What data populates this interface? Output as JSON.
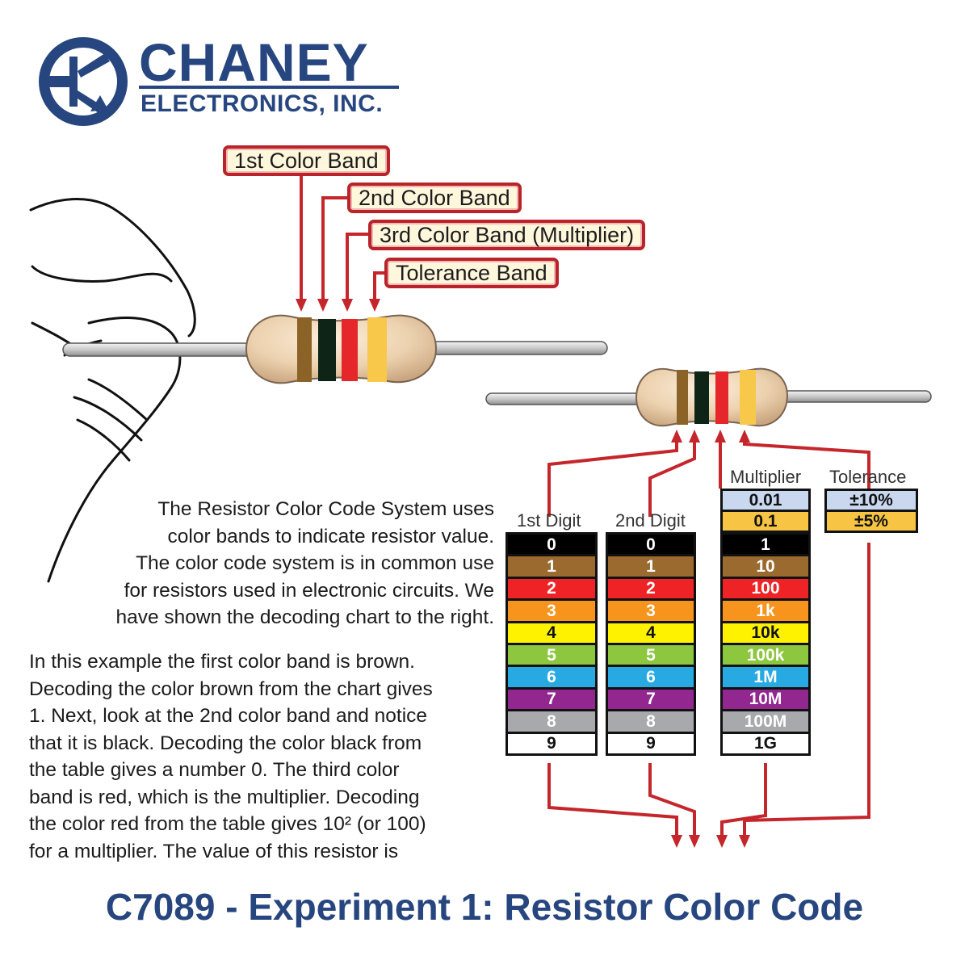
{
  "brand": {
    "name": "CHANEY",
    "subtitle": "ELECTRONICS, INC."
  },
  "callouts": [
    "1st Color Band",
    "2nd Color Band",
    "3rd Color Band (Multiplier)",
    "Tolerance Band"
  ],
  "columns": {
    "first_digit": "1st Digit",
    "second_digit": "2nd Digit",
    "multiplier": "Multiplier",
    "tolerance": "Tolerance"
  },
  "digits": [
    {
      "label": "0",
      "color": "#000000"
    },
    {
      "label": "1",
      "color": "#9b6a2f"
    },
    {
      "label": "2",
      "color": "#ee2325"
    },
    {
      "label": "3",
      "color": "#f7941d"
    },
    {
      "label": "4",
      "color": "#fff200"
    },
    {
      "label": "5",
      "color": "#8dc63f"
    },
    {
      "label": "6",
      "color": "#27aae1"
    },
    {
      "label": "7",
      "color": "#92278f"
    },
    {
      "label": "8",
      "color": "#a7a9ac"
    },
    {
      "label": "9",
      "color": "#ffffff"
    }
  ],
  "multiplier_extra": [
    {
      "label": "0.01",
      "color": "#c9d8ef"
    },
    {
      "label": "0.1",
      "color": "#f7c543"
    }
  ],
  "multipliers": [
    "1",
    "10",
    "100",
    "1k",
    "10k",
    "100k",
    "1M",
    "10M",
    "100M",
    "1G"
  ],
  "tolerance": [
    {
      "label": "±10%",
      "color": "#c9d8ef"
    },
    {
      "label": "±5%",
      "color": "#f7c543"
    }
  ],
  "paragraph1": [
    "The Resistor Color Code System uses",
    "color bands to indicate resistor value.",
    "The color code system is in common use",
    "for resistors used in electronic circuits. We",
    "have shown the decoding chart to the right."
  ],
  "paragraph2": [
    "In this example the first color band is brown.",
    "Decoding the color brown from the chart gives",
    "1. Next, look at the 2nd color band and notice",
    "that it is black. Decoding the color black from",
    "the table gives a number 0. The third color",
    "band is red, which is the multiplier. Decoding",
    "the color red from the table gives 10² (or 100)",
    "for a multiplier. The value of this resistor is"
  ],
  "footer": "C7089 - Experiment 1: Resistor Color Code",
  "colors": {
    "brand_blue": "#27467f",
    "callout_red": "#b8242a",
    "resistor_body": "#efd6b8",
    "band_brown": "#8b6328",
    "band_black": "#0d2417",
    "band_red": "#e5262b",
    "band_gold": "#f7c84a"
  }
}
